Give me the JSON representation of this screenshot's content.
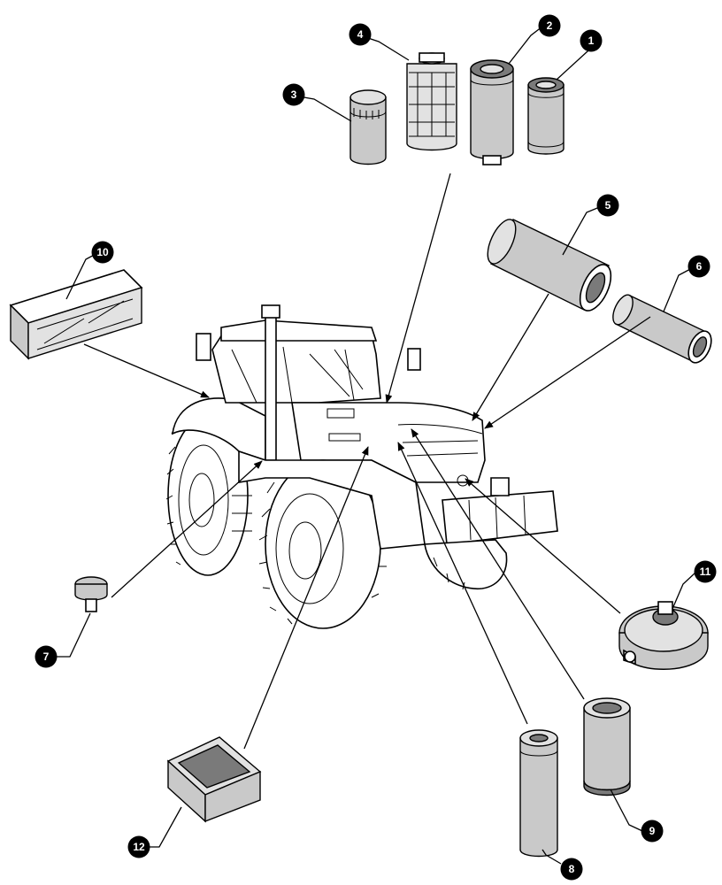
{
  "callouts": {
    "c1": "1",
    "c2": "2",
    "c3": "3",
    "c4": "4",
    "c5": "5",
    "c6": "6",
    "c7": "7",
    "c8": "8",
    "c9": "9",
    "c10": "10",
    "c11": "11",
    "c12": "12"
  },
  "colors": {
    "part_fill": "#c9c9c9",
    "line": "#000000",
    "callout_fill": "#000000"
  },
  "icons": {
    "callout": "numbered-circle",
    "tractor": "tractor-illustration"
  }
}
